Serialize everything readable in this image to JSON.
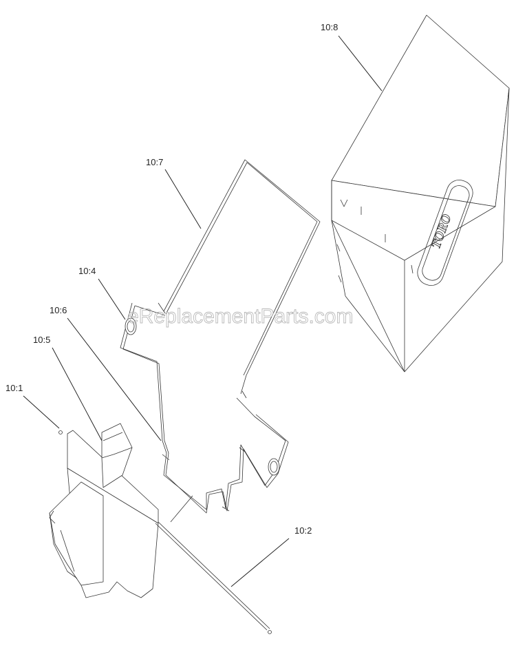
{
  "watermark": "eReplacementParts.com",
  "brand_text": "TORO",
  "colors": {
    "line": "#333333",
    "watermark": "#b8b8b8",
    "background": "#ffffff"
  },
  "callouts": [
    {
      "id": "10:8",
      "label": "10:8"
    },
    {
      "id": "10:7",
      "label": "10:7"
    },
    {
      "id": "10:4",
      "label": "10:4"
    },
    {
      "id": "10:6",
      "label": "10:6"
    },
    {
      "id": "10:5",
      "label": "10:5"
    },
    {
      "id": "10:1",
      "label": "10:1"
    },
    {
      "id": "10:2",
      "label": "10:2"
    }
  ]
}
